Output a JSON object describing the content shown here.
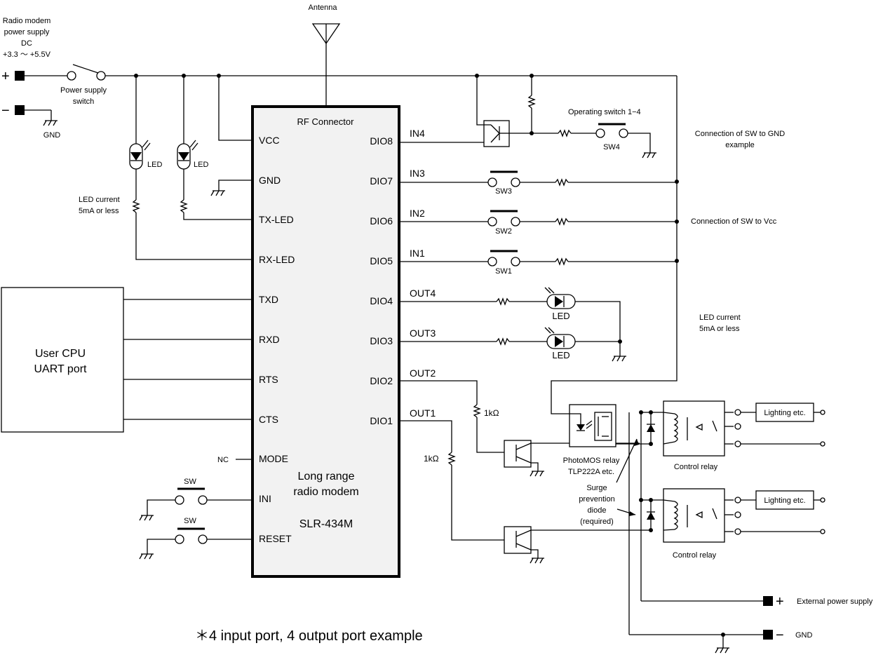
{
  "antenna": "Antenna",
  "power_supply": {
    "line1": "Radio modem",
    "line2": "power supply",
    "line3": "DC",
    "line4": "+3.3 ～ +5.5V",
    "plus": "+",
    "minus": "−",
    "gnd": "GND",
    "switch_line1": "Power supply",
    "switch_line2": "switch"
  },
  "led_current_left": {
    "line1": "LED current",
    "line2": "5mA or less"
  },
  "led_label": "LED",
  "module": {
    "rf_connector": "RF Connector",
    "name_line1": "Long range",
    "name_line2": "radio modem",
    "model": "SLR-434M",
    "left_pins": [
      "VCC",
      "GND",
      "TX-LED",
      "RX-LED",
      "TXD",
      "RXD",
      "RTS",
      "CTS",
      "MODE",
      "INI",
      "RESET"
    ],
    "right_pins": [
      "DIO8",
      "DIO7",
      "DIO6",
      "DIO5",
      "DIO4",
      "DIO3",
      "DIO2",
      "DIO1"
    ]
  },
  "user_cpu": {
    "line1": "User CPU",
    "line2": "UART port"
  },
  "nc": "NC",
  "sw": "SW",
  "signals": [
    "IN4",
    "IN3",
    "IN2",
    "IN1",
    "OUT4",
    "OUT3",
    "OUT2",
    "OUT1"
  ],
  "switches": [
    "SW4",
    "SW3",
    "SW2",
    "SW1"
  ],
  "operating_switch": "Operating switch 1−4",
  "gnd_example": {
    "line1": "Connection of SW to GND",
    "line2": "example"
  },
  "vcc_example": "Connection of SW to Vcc",
  "led_current_right": {
    "line1": "LED current",
    "line2": "5mA or less"
  },
  "resistor_1k": "1kΩ",
  "photomos": {
    "line1": "PhotoMOS relay",
    "line2": "TLP222A etc."
  },
  "control_relay": "Control relay",
  "surge": {
    "line1": "Surge",
    "line2": "prevention",
    "line3": "diode",
    "line4": "(required)"
  },
  "lighting": "Lighting etc.",
  "external_power": {
    "plus": "+",
    "label": "External power supply",
    "minus": "−",
    "gnd": "GND"
  },
  "footnote": "＊4 input port, 4 output port example"
}
